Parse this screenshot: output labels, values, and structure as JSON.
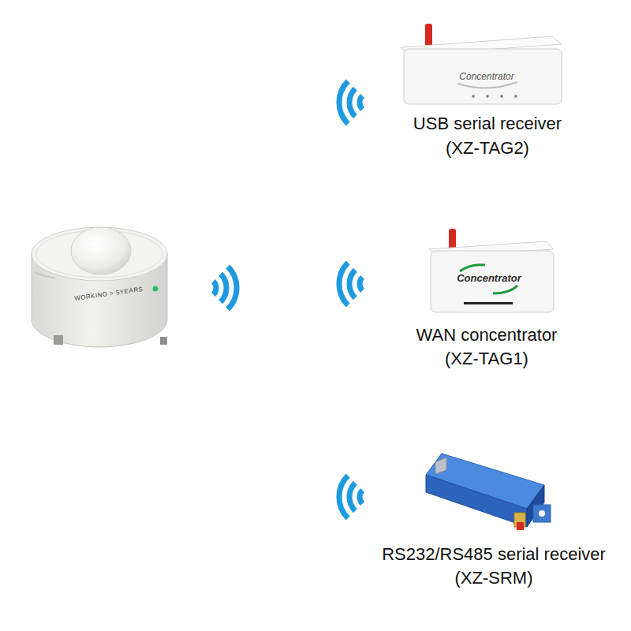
{
  "diagram": {
    "nodes": [
      {
        "text": [
          "WORKING > 5YEARS"
        ]
      },
      {
        "text": [
          "Concentrator",
          "USB serial receiver",
          "(XZ-TAG2)"
        ]
      },
      {
        "text": [
          "Concentrator",
          "WAN concentrator",
          "(XZ-TAG1)"
        ]
      },
      {
        "text": [
          "RS232/RS485 serial receiver",
          "(XZ-SRM)"
        ]
      }
    ]
  }
}
